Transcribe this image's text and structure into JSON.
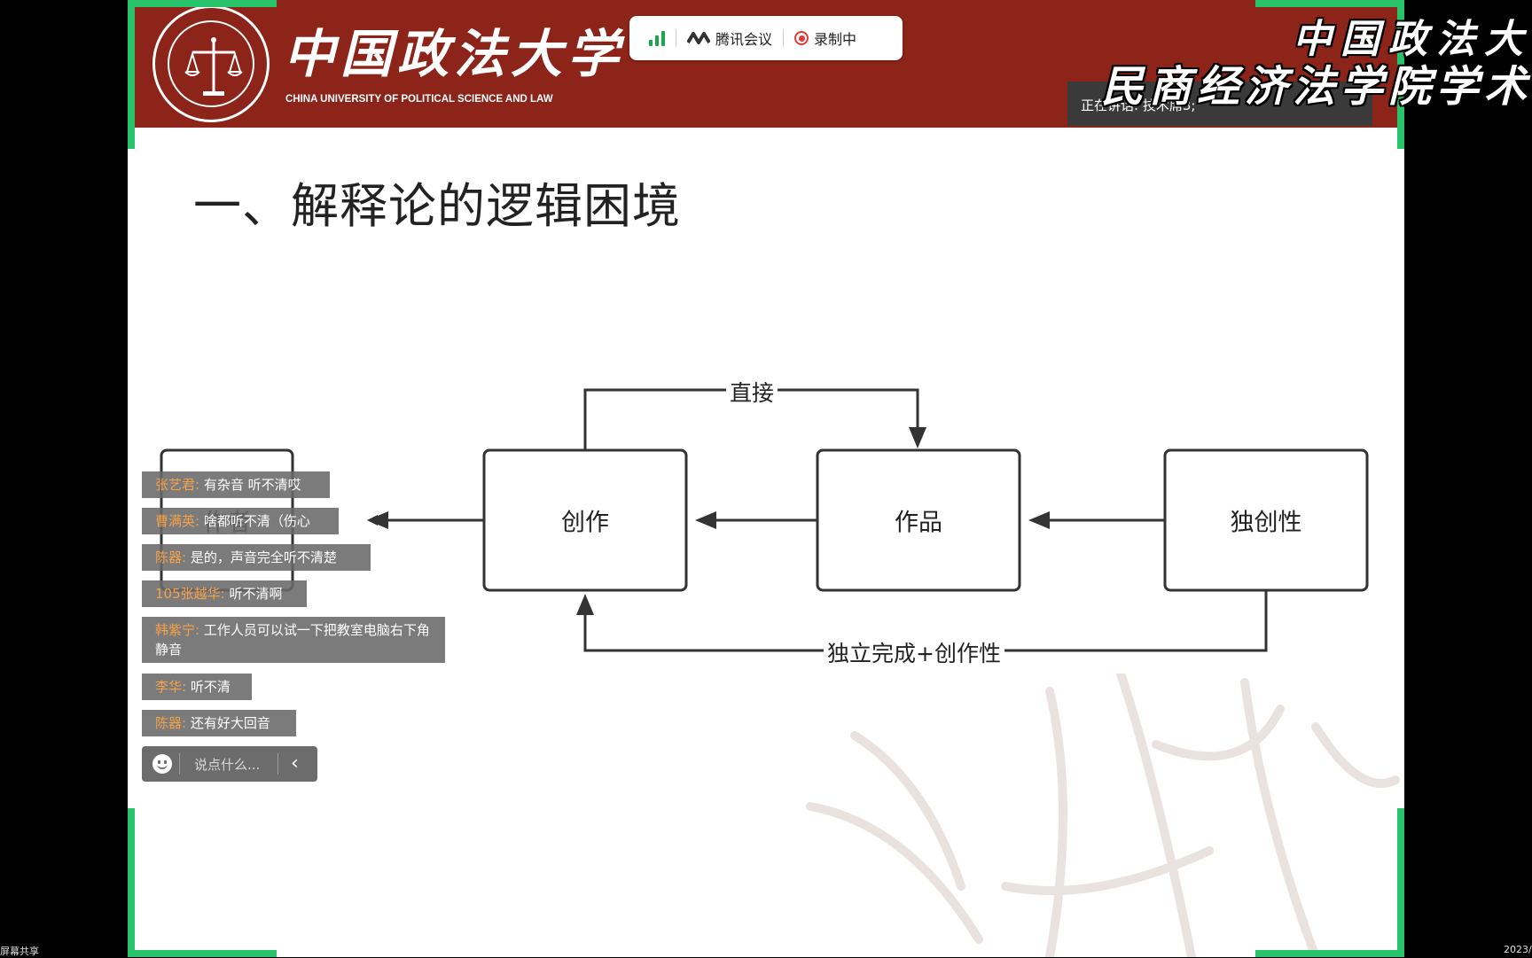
{
  "header": {
    "university_cn": "中国政法大学",
    "university_en": "CHINA UNIVERSITY OF POLITICAL SCIENCE AND LAW"
  },
  "meeting_bar": {
    "app_name": "腾讯会议",
    "recording": "录制中"
  },
  "speaking": "正在讲话: 技术席3;",
  "slide": {
    "title": "一、解释论的逻辑困境",
    "nodes": {
      "hidden": "作者",
      "creation": "创作",
      "work": "作品",
      "originality": "独创性"
    },
    "edges": {
      "direct": "直接",
      "independent": "独立完成+创作性"
    }
  },
  "chat": {
    "messages": [
      {
        "nick": "张艺君:",
        "text": " 有杂音 听不清哎"
      },
      {
        "nick": "曹满英:",
        "text": " 啥都听不清（伤心"
      },
      {
        "nick": "陈器:",
        "text": " 是的，声音完全听不清楚"
      },
      {
        "nick": "105张越华:",
        "text": " 听不清啊"
      },
      {
        "nick": "韩紫宁:",
        "text": " 工作人员可以试一下把教室电脑右下角静音"
      },
      {
        "nick": "李华:",
        "text": " 听不清"
      },
      {
        "nick": "陈器:",
        "text": " 还有好大回音"
      }
    ],
    "input_placeholder": "说点什么..."
  },
  "overlay": {
    "line1": "中国政法大",
    "line2": "民商经济法学院学术"
  },
  "bottom_left": "屏幕共享",
  "bottom_right": "2023/"
}
